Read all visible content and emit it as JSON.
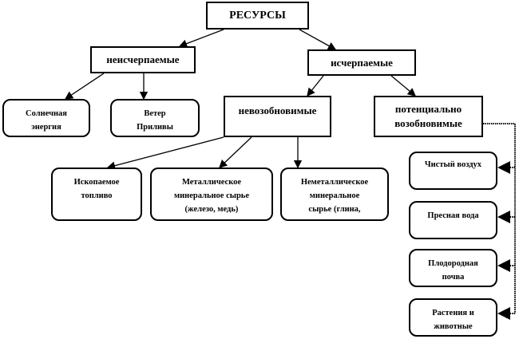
{
  "root": "РЕСУРСЫ",
  "inexhaustible": {
    "label": "неисчерпаемые",
    "children": [
      {
        "lines": [
          "Солнечная",
          "энергия"
        ]
      },
      {
        "lines": [
          "Ветер",
          "Приливы"
        ]
      }
    ]
  },
  "exhaustible": {
    "label": "исчерпаемые",
    "nonrenewable": {
      "label": "невозобновимые",
      "children": [
        {
          "lines": [
            "Ископаемое",
            "топливо"
          ]
        },
        {
          "lines": [
            "Металлическое",
            "минеральное сырье",
            "(железо, медь)"
          ]
        },
        {
          "lines": [
            "Неметаллическое",
            "минеральное",
            "сырье (глина,"
          ]
        }
      ]
    },
    "renewable": {
      "lines": [
        "потенциально",
        "возобновимые"
      ],
      "children": [
        {
          "lines": [
            "Чистый воздух"
          ]
        },
        {
          "lines": [
            "Пресная вода"
          ]
        },
        {
          "lines": [
            "Плодородная",
            "почва"
          ]
        },
        {
          "lines": [
            "Растения и",
            "животные"
          ]
        }
      ]
    }
  }
}
